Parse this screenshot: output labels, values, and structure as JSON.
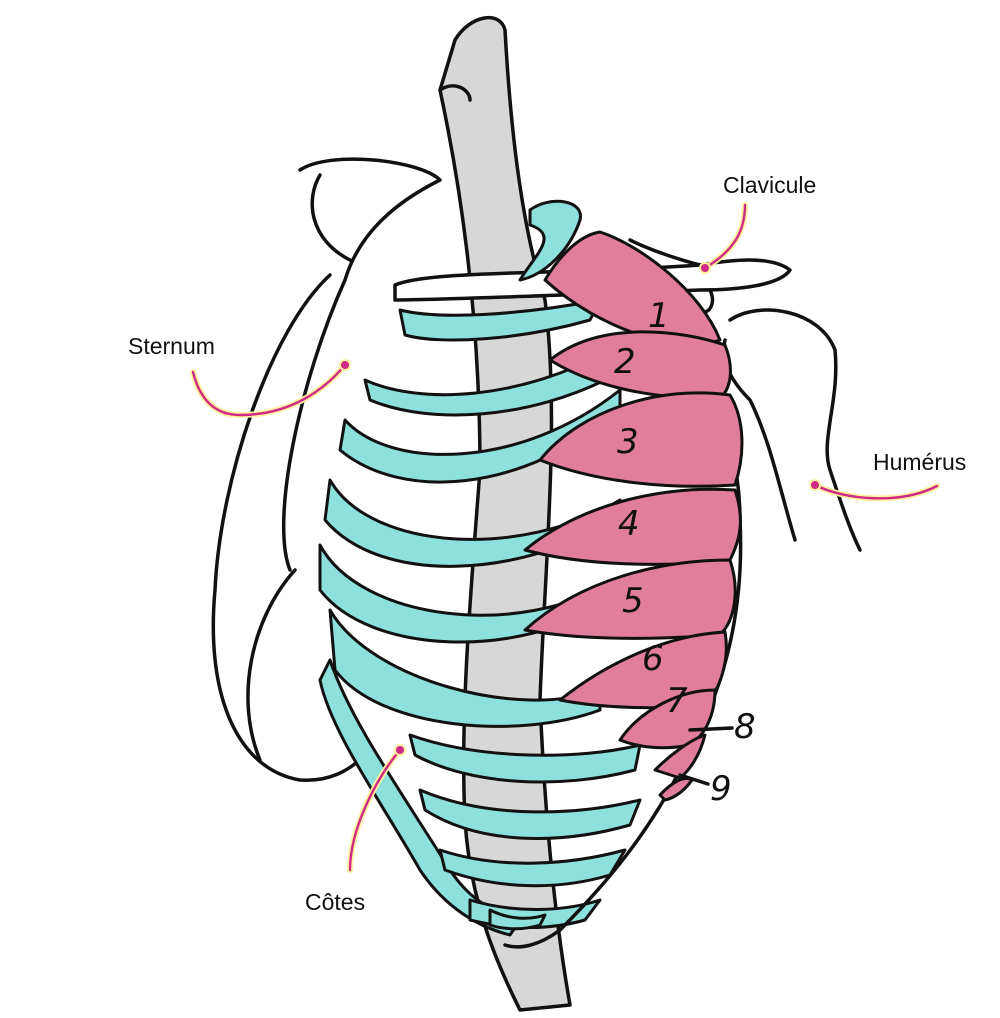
{
  "labels": {
    "clavicule": "Clavicule",
    "sternum": "Sternum",
    "humerus": "Humérus",
    "cotes": "Côtes"
  },
  "muscle_numbers": [
    "1",
    "2",
    "3",
    "4",
    "5",
    "6",
    "7",
    "8",
    "9"
  ],
  "colors": {
    "ribs": "#8de0dc",
    "muscle": "#e07e9b",
    "bone": "#d7d7d7",
    "leader": "#d12a84",
    "leader_glow": "#fff1a0"
  }
}
